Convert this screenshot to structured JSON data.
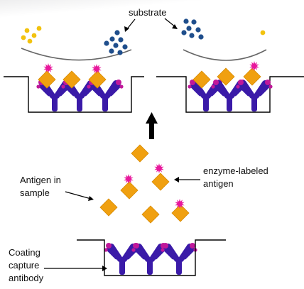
{
  "labels": {
    "substrate": "substrate",
    "antigen_line1": "Antigen in",
    "antigen_line2": "sample",
    "enzyme_line1": "enzyme-labeled",
    "enzyme_line2": "antigen",
    "coating_line1": "Coating",
    "coating_line2": "capture",
    "coating_line3": "antibody"
  },
  "colors": {
    "antigen": "#f0a010",
    "antigen_stroke": "#d88a00",
    "enzyme": "#e8189c",
    "antibody_main": "#3a1aa8",
    "antibody_tip": "#c0189a",
    "substrate_blue": "#1f4e8c",
    "product_yellow": "#f2c20e",
    "line": "#000000"
  },
  "icons": {
    "antigen": "orange-diamond",
    "enzyme": "magenta-starburst",
    "antibody": "y-shaped-antibody",
    "arrow": "up-arrow"
  }
}
